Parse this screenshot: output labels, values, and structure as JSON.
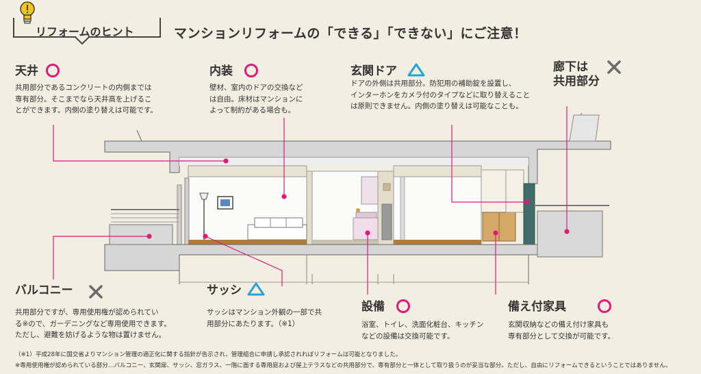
{
  "header": {
    "tag_label": "リフォームのヒント",
    "title": "マンションリフォームの「できる」「できない」にご注意！"
  },
  "colors": {
    "magenta": "#e0197a",
    "blue": "#29a3d6",
    "grey": "#6b6b6b",
    "background": "#f3eee2"
  },
  "areas": {
    "ceiling": {
      "label": "天井",
      "mark": "circle",
      "desc": [
        "共用部分であるコンクリートの内側までは",
        "専有部分。そこまでなら天井高を上げるこ",
        "とができます。内側の塗り替えは可能です。"
      ]
    },
    "interior": {
      "label": "内装",
      "mark": "circle",
      "desc": [
        "壁材、室内のドアの交換など",
        "は自由。床材はマンションに",
        "よって制約がある場合も。"
      ]
    },
    "entrance_door": {
      "label": "玄関ドア",
      "mark": "triangle",
      "desc": [
        "ドアの外側は共用部分。防犯用の補助錠を設置し、",
        "インターホンをカメラ付のタイプなどに取り替えること",
        "は原則できません。内側の塗り替えは可能なことも。"
      ]
    },
    "corridor": {
      "label_line1": "廊下は",
      "label_line2": "共用部分",
      "mark": "cross"
    },
    "balcony": {
      "label": "バルコニー",
      "mark": "cross",
      "desc": [
        "共用部分ですが、専用使用権が認められてい",
        "る※ので、ガーデニングなど専用使用できます。",
        "ただし、避難を妨げるような物は置けません。"
      ]
    },
    "sash": {
      "label": "サッシ",
      "mark": "triangle",
      "desc": [
        "サッシはマンション外観の一部で共",
        "用部分にあたります。（※1）"
      ]
    },
    "equipment": {
      "label": "設備",
      "mark": "circle",
      "desc": [
        "浴室、トイレ、洗面化粧台、キッチン",
        "などの設備は交換可能です。"
      ]
    },
    "furniture": {
      "label": "備え付家具",
      "mark": "circle",
      "desc": [
        "玄関収納などの備え付け家具も",
        "専有部分として交換が可能です。"
      ]
    }
  },
  "footnotes": [
    "（※1）平成28年に国交省よりマンション管理の適正化に関する指針が告示され、管理組合に申請し承認されればリフォームは可能となりました。",
    "※専用使用権が認められている部分…バルコニー、玄関扉、サッシ、窓ガラス、一階に面する専用庭および屋上テラスなどの共用部分で、専有部分と一体として取り扱うのが妥当な部分。ただし、自由にリフォームできるということではありません。"
  ]
}
